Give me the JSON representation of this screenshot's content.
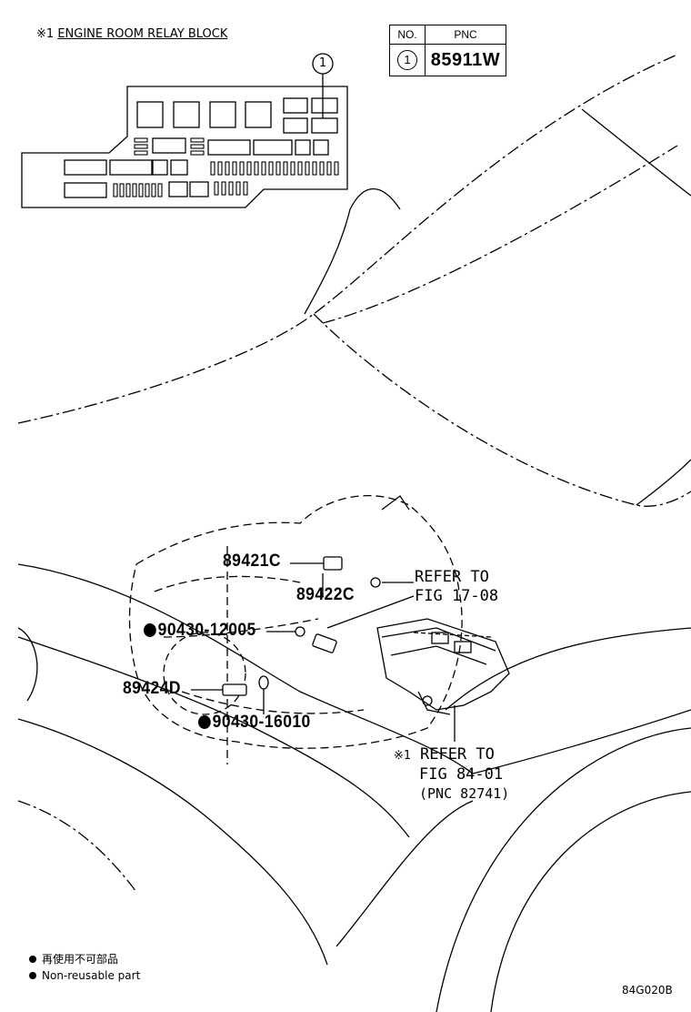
{
  "inset": {
    "title_marker": "※1",
    "title": "ENGINE ROOM RELAY BLOCK",
    "callout_no": "1"
  },
  "pnc_table": {
    "col_no": "NO.",
    "col_pnc": "PNC",
    "rows": [
      {
        "no": "1",
        "pnc": "85911W"
      }
    ]
  },
  "labels": {
    "p89421C": "89421C",
    "p89422C": "89422C",
    "p90430_12005": "90430-12005",
    "p89424D": "89424D",
    "p90430_16010": "90430-16010",
    "refer1_line1": "REFER TO",
    "refer1_line2": "FIG 17-08",
    "refer2_marker": "※1",
    "refer2_line1": "REFER TO",
    "refer2_line2": "FIG 84-01",
    "refer2_line3": "(PNC 82741)"
  },
  "legend": {
    "line_jp": "再使用不可部品",
    "line_en": "Non-reusable part"
  },
  "figure_code": "84G020B"
}
